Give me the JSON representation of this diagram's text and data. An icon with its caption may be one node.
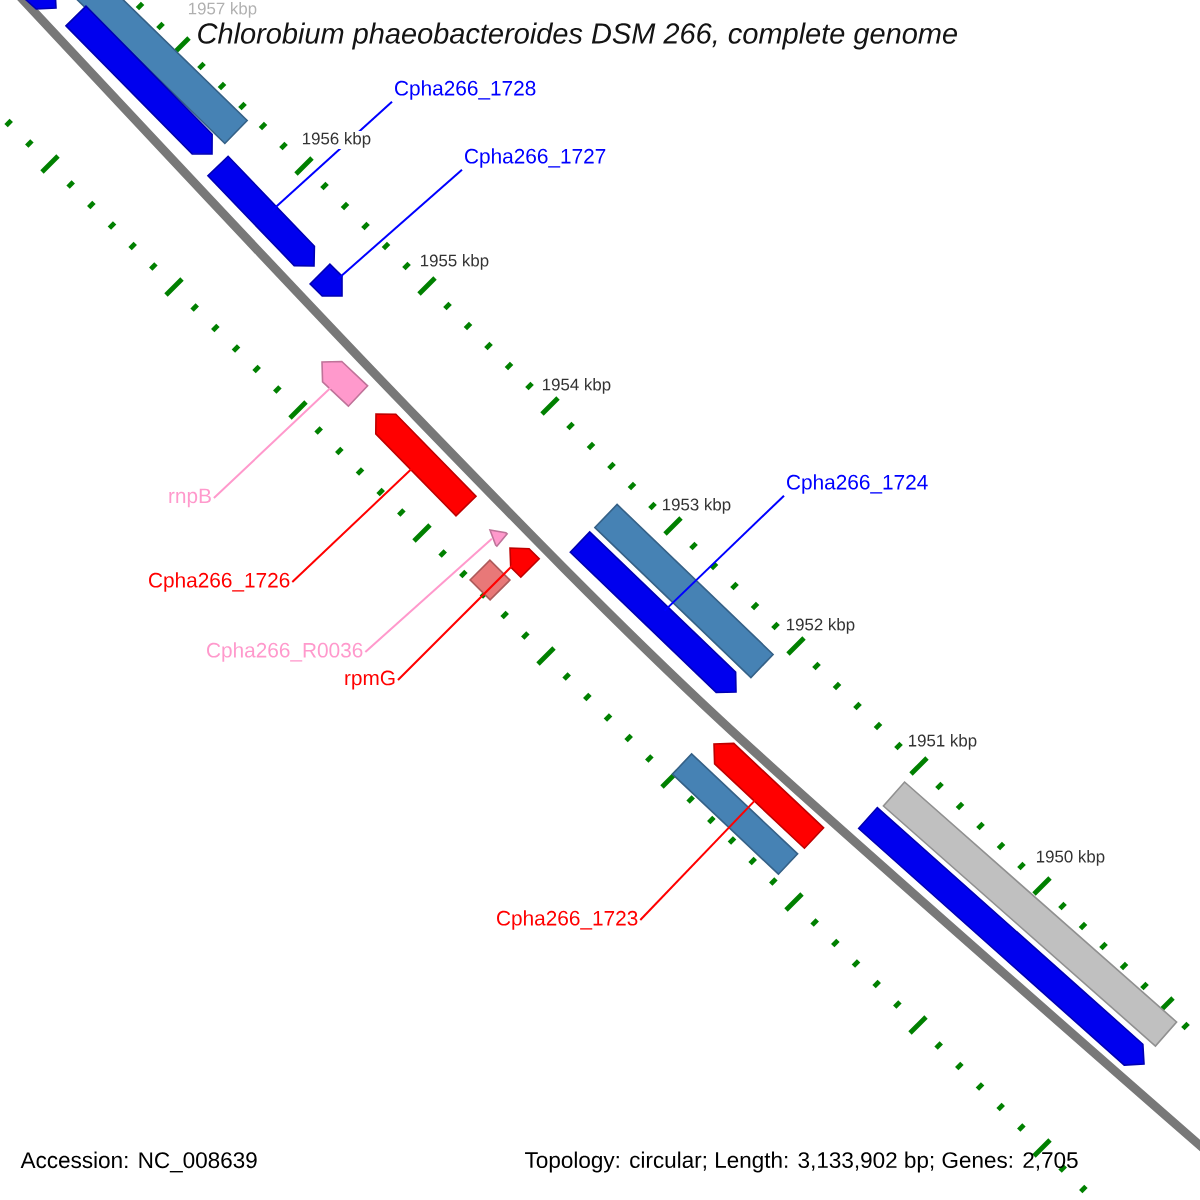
{
  "diagram": {
    "title": "Chlorobium phaeobacteroides DSM 266, complete genome",
    "nodes": [
      {
        "text": [
          "Cpha266_1728"
        ]
      },
      {
        "text": [
          "Cpha266_1727"
        ]
      },
      {
        "text": [
          "Cpha266_1724"
        ]
      },
      {
        "text": [
          "rnpB"
        ]
      },
      {
        "text": [
          "Cpha266_1726"
        ]
      },
      {
        "text": [
          "Cpha266_R0036"
        ]
      },
      {
        "text": [
          "rpmG"
        ]
      },
      {
        "text": [
          "Cpha266_1723"
        ]
      },
      {
        "text": [],
        "shape": "bar"
      },
      {
        "text": [],
        "shape": "bar"
      },
      {
        "text": [],
        "shape": "bar"
      },
      {
        "text": [],
        "shape": "bar"
      },
      {
        "text": [],
        "shape": "bar"
      },
      {
        "text": [],
        "shape": "bar"
      },
      {
        "text": [],
        "shape": "bar"
      },
      {
        "text": [],
        "shape": "bar"
      },
      {
        "text": [],
        "shape": "bar"
      },
      {
        "text": [],
        "shape": "bar"
      },
      {
        "text": [],
        "shape": "bar"
      },
      {
        "text": [],
        "shape": "bar"
      },
      {
        "text": [],
        "shape": "bar"
      },
      {
        "text": [],
        "shape": "bar"
      },
      {
        "text": [],
        "shape": "bar"
      },
      {
        "text": [],
        "shape": "bar"
      }
    ],
    "edges": [
      {
        "from": 0,
        "to": 11,
        "arrow": "none",
        "color": "#0000ff"
      },
      {
        "from": 1,
        "to": 12,
        "arrow": "none",
        "color": "#0000ff"
      },
      {
        "from": 2,
        "to": 19,
        "arrow": "none",
        "color": "#0000ff"
      },
      {
        "from": 3,
        "to": 13,
        "arrow": "none",
        "color": "#ff99cc"
      },
      {
        "from": 4,
        "to": 14,
        "arrow": "none",
        "color": "#ff0000"
      },
      {
        "from": 5,
        "to": 15,
        "arrow": "none",
        "color": "#ff99cc"
      },
      {
        "from": 6,
        "to": 16,
        "arrow": "none",
        "color": "#ff0000"
      },
      {
        "from": 7,
        "to": 20,
        "arrow": "none",
        "color": "#ff0000"
      }
    ],
    "labels": [
      "1957 kbp",
      "1956 kbp",
      "1955 kbp",
      "1954 kbp",
      "1953 kbp",
      "1952 kbp",
      "1951 kbp",
      "1950 kbp",
      "Accession: NC_008639",
      "Topology: circular; Length: 3,133,902 bp; Genes: 2,705"
    ]
  }
}
